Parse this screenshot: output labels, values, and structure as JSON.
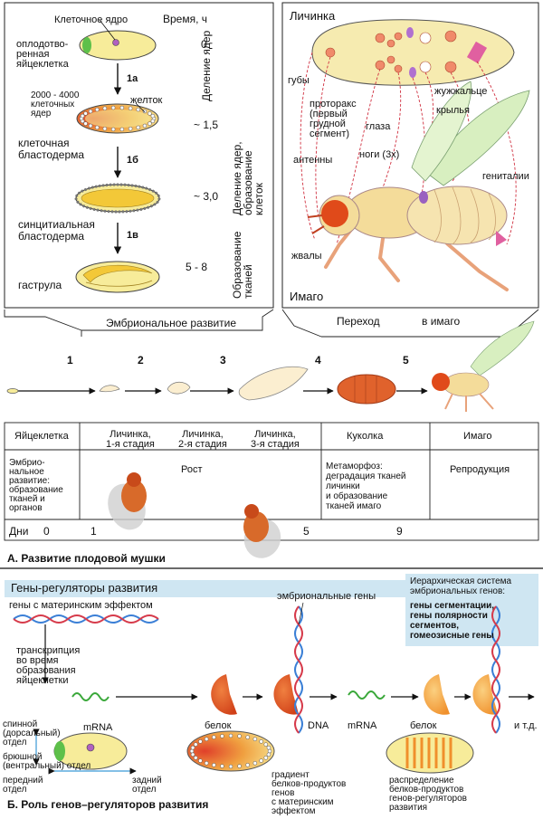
{
  "embryo_panel": {
    "nucleus_label": "Клеточное ядро",
    "time_header": "Время, ч",
    "fertilized_egg": "оплодотво-\nренная\nяйцеклетка",
    "step_1a": "1а",
    "nuclei_count": "2000 - 4000\nклеточных\nядер",
    "yolk": "желток",
    "cellular_blastoderm": "клеточная\nбластодерма",
    "step_1b": "1б",
    "syncytial_blastoderm": "синцитиальная\nбластодерма",
    "step_1v": "1в",
    "gastrula": "гаструла",
    "times": [
      "0",
      "~ 1,5",
      "~ 3,0",
      "5 - 8"
    ],
    "phase_nuclear_division": "Деление ядер",
    "phase_nuclear_cell": "Деление ядер,\nобразование\nклеток",
    "phase_tissue": "Образование\nтканей"
  },
  "larva_panel": {
    "larva_label": "Личинка",
    "lips": "губы",
    "prothorax": "проторакс\n(первый\nгрудной\nсегмент)",
    "eyes": "глаза",
    "halteres": "жужжальце",
    "wings": "крылья",
    "antennae": "антенны",
    "legs": "ноги (3х)",
    "genitalia": "гениталии",
    "mandibles": "жвалы",
    "imago_label": "Имаго"
  },
  "bracket_labels": {
    "embryonic": "Эмбриональное развитие",
    "transition": "Переход",
    "to_imago": "в имаго"
  },
  "stages": {
    "numbers": [
      "1",
      "2",
      "3",
      "4",
      "5"
    ]
  },
  "table": {
    "headers": [
      "Яйцеклетка",
      "Личинка,\n1-я стадия",
      "Личинка,\n2-я стадия",
      "Личинка,\n3-я стадия",
      "Куколка",
      "Имаго"
    ],
    "embryonic_dev": "Эмбрио-\nнальное\nразвитие:\nобразование\nтканей и\nорганов",
    "growth": "Рост",
    "metamorphosis": "Метаморфоз:\nдеградация тканей\nличинки\nи образование\nтканей имаго",
    "reproduction": "Репродукция",
    "days_label": "Дни",
    "days": [
      "0",
      "1",
      "5",
      "9"
    ]
  },
  "caption_a": "А. Развитие плодовой мушки",
  "section_b": {
    "header": "Гены-регуляторы развития",
    "maternal_genes": "гены с материнским эффектом",
    "transcription": "транскрипция\nво время\nобразования\nяйцеклетки",
    "embryonic_genes": "эмбриональные гены",
    "hierarchy_title": "Иерархическая система\nэмбриональных генов:",
    "hierarchy_list": "гены сегментации,\nгены полярности\nсегментов,\nгомеозисные гены",
    "mrna_1": "mRNA",
    "protein_1": "белок",
    "dna": "DNA",
    "mrna_2": "mRNA",
    "protein_2": "белок",
    "etc": "и т.д.",
    "dorsal": "спинной\n(дорсальный)\nотдел",
    "ventral": "брюшной\n(вентральный) отдел",
    "anterior": "передний\nотдел",
    "posterior": "задний\nотдел",
    "gradient": "градиент\nбелков-продуктов\nгенов\nс материнским\nэффектом",
    "distribution": "распределение\nбелков-продуктов\nгенов-регуляторов\nразвития"
  },
  "caption_b": "Б. Роль генов–регуляторов развития",
  "colors": {
    "egg_fill": "#f5eca0",
    "embryo_orange": "#e8702a",
    "pupa": "#e0622c",
    "header_blue": "#cfe6f2",
    "dna_blue": "#3a7fd6",
    "dna_red": "#d63a4a",
    "mrna_green": "#3aa83a",
    "fly_body": "#f4dc9a",
    "fly_eye": "#e04a1a",
    "fly_leg": "#e8a27a",
    "wing": "#d8efc0",
    "dash_red": "#d03040"
  }
}
